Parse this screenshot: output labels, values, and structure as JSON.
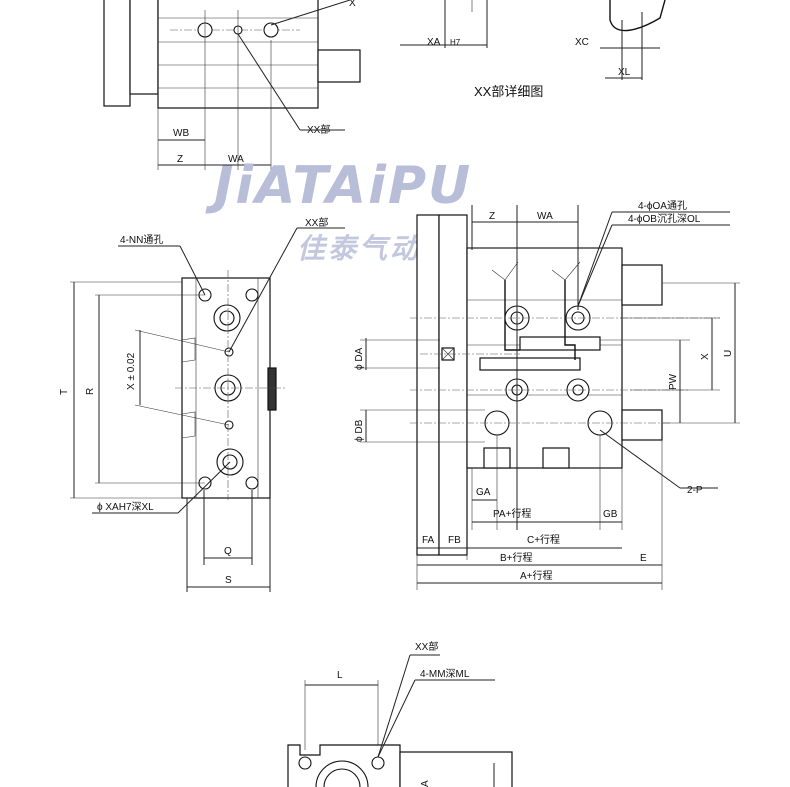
{
  "watermark": {
    "brand_latin": "JiATAiPU",
    "brand_cn": "佳泰气动"
  },
  "detail_view": {
    "title": "XX部详细图",
    "labels": {
      "xa": "XA",
      "h7": "H7",
      "xc": "XC",
      "xl": "XL"
    }
  },
  "top_view": {
    "labels": {
      "wb": "WB",
      "z": "Z",
      "wa": "WA",
      "xx": "XX部",
      "x_top": "X"
    }
  },
  "side_view": {
    "labels": {
      "nn_holes": "4-NN通孔",
      "xx": "XX部",
      "t": "T",
      "r": "R",
      "x_tol": "X ± 0.02",
      "xah7": "ϕ XAH7深XL",
      "q": "Q",
      "s": "S"
    }
  },
  "front_view": {
    "labels": {
      "z": "Z",
      "wa": "WA",
      "oa_holes": "4-ϕOA通孔",
      "ob_holes": "4-ϕOB沉孔深OL",
      "da": "ϕ DA",
      "db": "ϕ DB",
      "x": "X",
      "u": "U",
      "pw": "PW",
      "ga": "GA",
      "gb": "GB",
      "p": "2-P",
      "pa": "PA+行程",
      "fa": "FA",
      "fb": "FB",
      "c": "C+行程",
      "b": "B+行程",
      "e": "E",
      "a": "A+行程"
    }
  },
  "bottom_view": {
    "labels": {
      "xx": "XX部",
      "mm": "4-MM深ML",
      "l": "L",
      "a_cut": "A"
    }
  }
}
